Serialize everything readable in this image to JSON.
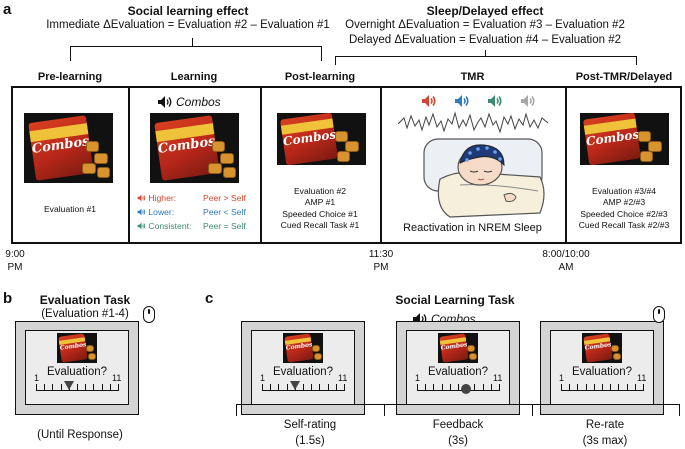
{
  "panel_a": {
    "letter": "a",
    "social_effect": {
      "title": "Social learning effect",
      "formula": "Immediate ΔEvaluation = Evaluation #2 – Evaluation #1"
    },
    "sleep_effect": {
      "title": "Sleep/Delayed effect",
      "formula1": "Overnight ΔEvaluation = Evaluation #3 – Evaluation #2",
      "formula2": "Delayed ΔEvaluation = Evaluation #4 – Evaluation #2"
    },
    "phases": [
      "Pre-learning",
      "Learning",
      "Post-learning",
      "TMR",
      "Post-TMR/Delayed"
    ],
    "pre_learning": {
      "text": "Evaluation #1"
    },
    "learning": {
      "audio_label": "Combos",
      "legend": [
        {
          "cue": "Higher:",
          "rule": "Peer > Self",
          "color": "#d2472f"
        },
        {
          "cue": "Lower:",
          "rule": "Peer < Self",
          "color": "#2f7bc0"
        },
        {
          "cue": "Consistent:",
          "rule": "Peer = Self",
          "color": "#3e8a6e"
        }
      ]
    },
    "post_learning": {
      "lines": [
        "Evaluation #2",
        "AMP #1",
        "Speeded Choice #1",
        "Cued Recall Task #1"
      ]
    },
    "tmr": {
      "caption": "Reactivation in NREM Sleep",
      "speaker_colors": [
        "#d2472f",
        "#2f7bc0",
        "#3e8a6e",
        "#a8a8a8"
      ]
    },
    "post_tmr": {
      "lines": [
        "Evaluation #3/#4",
        "AMP #2/#3",
        "Speeded Choice #2/#3",
        "Cued Recall Task #2/#3"
      ]
    },
    "times": [
      {
        "time": "9:00",
        "period": "PM"
      },
      {
        "time": "11:30",
        "period": "PM"
      },
      {
        "time": "8:00/10:00",
        "period": "AM"
      }
    ],
    "product_label": "Combos"
  },
  "panel_b": {
    "letter": "b",
    "title": "Evaluation Task",
    "subtitle": "(Evaluation #1-4)",
    "prompt": "Evaluation?",
    "scale_min": "1",
    "scale_max": "11",
    "footer": "(Until Response)",
    "selected_point": 5
  },
  "panel_c": {
    "letter": "c",
    "title": "Social Learning Task",
    "audio_label": "Combos",
    "prompt": "Evaluation?",
    "scale_min": "1",
    "scale_max": "11",
    "steps": [
      {
        "label": "Self-rating",
        "duration": "(1.5s)",
        "selected_point": 5
      },
      {
        "label": "Feedback",
        "duration": "(3s)",
        "selected_point": 7
      },
      {
        "label": "Re-rate",
        "duration": "(3s max)"
      }
    ]
  }
}
